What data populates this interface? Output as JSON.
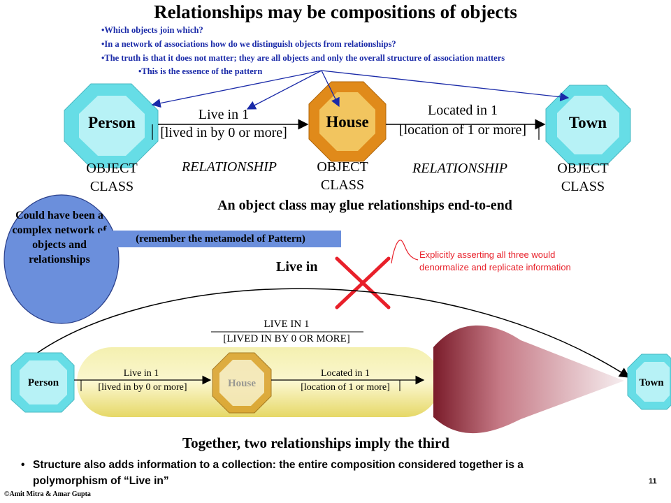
{
  "title": "Relationships may be compositions of objects",
  "bullets": [
    "Which objects join which?",
    "In a network of associations how do we distinguish objects from relationships?",
    "The truth is that it does not matter; they are all objects and only the overall structure of association matters",
    "This is the essence  of the pattern"
  ],
  "top_diagram": {
    "person_label": "Person",
    "house_label": "House",
    "town_label": "Town",
    "rel1_top": "Live in 1",
    "rel1_bottom": "[lived in by 0 or more]",
    "rel2_top": "Located in 1",
    "rel2_bottom": "[location of 1 or more]",
    "object_class_line1": "OBJECT",
    "object_class_line2": "CLASS",
    "relationship_label": "RELATIONSHIP"
  },
  "glue_caption": "An object class may glue relationships end-to-end",
  "circle_note": "Could have been a complex network of objects and relationships",
  "remember_note": "(remember  the metamodel of Pattern)",
  "live_in_label": "Live in",
  "warning_lines": [
    "Explicitly asserting all three would",
    "denormalize and replicate information"
  ],
  "bottom_diagram": {
    "person_label": "Person",
    "house_label": "House",
    "town_label": "Town",
    "composite_top": "LIVE IN 1",
    "composite_bottom": "[LIVED IN BY 0 OR MORE]",
    "rel1_top": "Live in 1",
    "rel1_bottom": "[lived in by 0 or more]",
    "rel2_top": "Located in 1",
    "rel2_bottom": "[location of 1 or more]"
  },
  "together_caption": "Together, two relationships imply the third",
  "structure_line1": "Structure also adds information to a collection: the entire composition considered together is a",
  "structure_line2": "polymorphism of “Live in”",
  "page_number": "11",
  "copyright": "©Amit Mitra & Amar Gupta",
  "colors": {
    "title_blue": "#1a2aa8",
    "cyan_object": "#66dde6",
    "orange_object": "#e08a1a",
    "circle_blue": "#6b8fdc",
    "red_cross": "#e8202a"
  }
}
